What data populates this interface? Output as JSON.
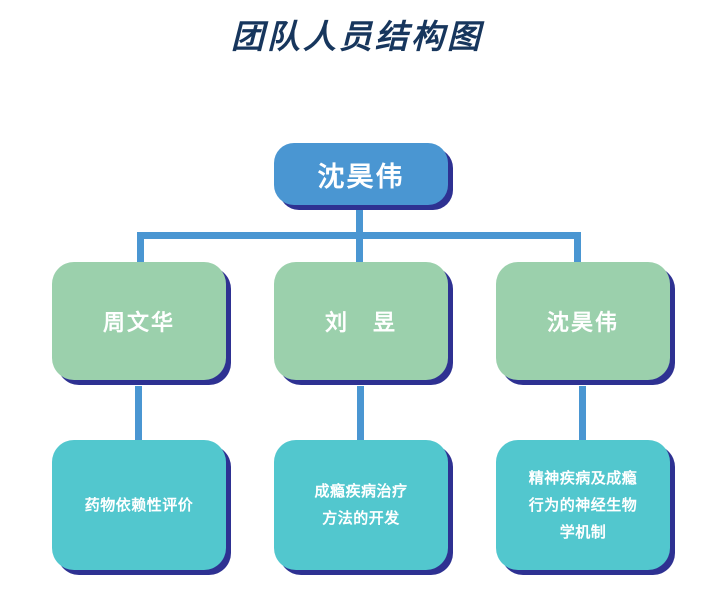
{
  "title": "团队人员结构图",
  "colors": {
    "title_text": "#17365D",
    "root_fill": "#4A96D2",
    "level2_fill": "#9BD0AC",
    "level3_fill": "#52C7CE",
    "shadow": "#2E3192",
    "connector": "#4A96D2",
    "node_text": "#FFFFFF",
    "background": "#FFFFFF"
  },
  "chart_data": {
    "type": "diagram",
    "title": "团队人员结构图",
    "diagram_kind": "organization-chart",
    "orientation": "top-down",
    "levels": 3,
    "nodes": [
      {
        "id": "root",
        "level": 1,
        "label": "沈昊伟",
        "fill": "#4A96D2",
        "children": [
          "n1",
          "n2",
          "n3"
        ]
      },
      {
        "id": "n1",
        "level": 2,
        "label": "周文华",
        "fill": "#9BD0AC",
        "parent": "root",
        "children": [
          "t1"
        ]
      },
      {
        "id": "n2",
        "level": 2,
        "label": "刘　昱",
        "fill": "#9BD0AC",
        "parent": "root",
        "children": [
          "t2"
        ]
      },
      {
        "id": "n3",
        "level": 2,
        "label": "沈昊伟",
        "fill": "#9BD0AC",
        "parent": "root",
        "children": [
          "t3"
        ]
      },
      {
        "id": "t1",
        "level": 3,
        "label": "药物依赖性评价",
        "fill": "#52C7CE",
        "parent": "n1"
      },
      {
        "id": "t2",
        "level": 3,
        "label": "成瘾疾病治疗\n方法的开发",
        "fill": "#52C7CE",
        "parent": "n2"
      },
      {
        "id": "t3",
        "level": 3,
        "label": "精神疾病及成瘾\n行为的神经生物\n学机制",
        "fill": "#52C7CE",
        "parent": "n3"
      }
    ],
    "edges": [
      {
        "from": "root",
        "to": "n1"
      },
      {
        "from": "root",
        "to": "n2"
      },
      {
        "from": "root",
        "to": "n3"
      },
      {
        "from": "n1",
        "to": "t1"
      },
      {
        "from": "n2",
        "to": "t2"
      },
      {
        "from": "n3",
        "to": "t3"
      }
    ]
  },
  "nodes": {
    "root": {
      "label": "沈昊伟"
    },
    "level2": [
      {
        "label": "周文华"
      },
      {
        "label": "刘　昱"
      },
      {
        "label": "沈昊伟"
      }
    ],
    "level3": [
      {
        "label": "药物依赖性评价"
      },
      {
        "label": "成瘾疾病治疗\n方法的开发"
      },
      {
        "label": "精神疾病及成瘾\n行为的神经生物\n学机制"
      }
    ]
  }
}
